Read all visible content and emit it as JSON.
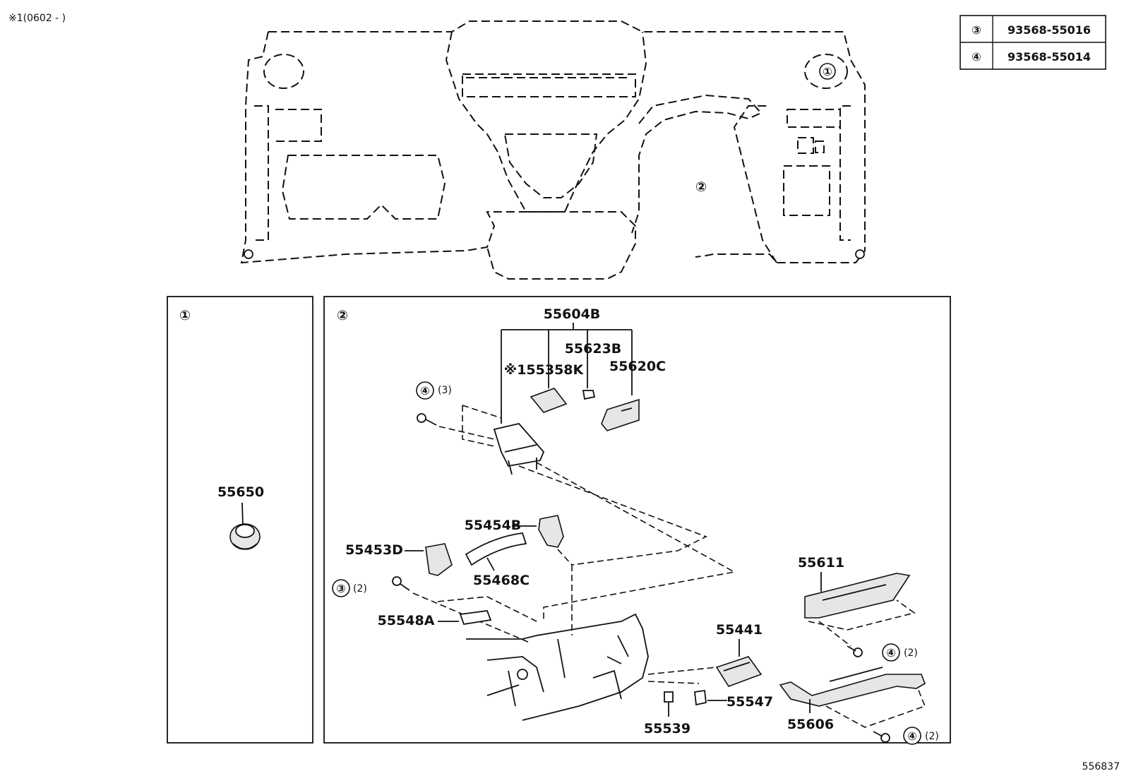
{
  "header_note": "※1(0602 -   )",
  "ref_table": [
    {
      "key": "③",
      "part": "93568-55016"
    },
    {
      "key": "④",
      "part": "93568-55014"
    }
  ],
  "overview": {
    "callout_1": "①",
    "callout_2": "②"
  },
  "panel1": {
    "key": "①",
    "part": "55650"
  },
  "panel2": {
    "key": "②",
    "labels": {
      "p55604B": "55604B",
      "p55623B": "55623B",
      "p55358K": "※155358K",
      "p55620C": "55620C",
      "p55454B": "55454B",
      "p55453D": "55453D",
      "p55468C": "55468C",
      "p55548A": "55548A",
      "p55611": "55611",
      "p55441": "55441",
      "p55547": "55547",
      "p55539": "55539",
      "p55606": "55606"
    },
    "fasteners": [
      {
        "key": "④",
        "qty": "(3)"
      },
      {
        "key": "③",
        "qty": "(2)"
      },
      {
        "key": "④",
        "qty": "(2)"
      },
      {
        "key": "④",
        "qty": "(2)"
      }
    ]
  },
  "figure_id": "556837"
}
